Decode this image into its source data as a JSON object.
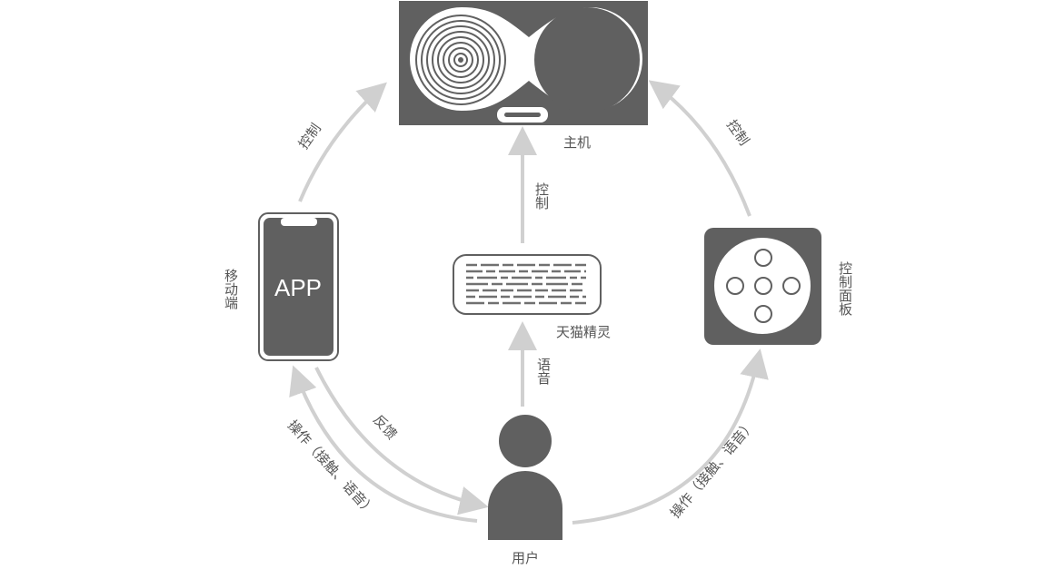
{
  "nodes": {
    "host": {
      "label": "主机"
    },
    "mobile": {
      "label": "移动端",
      "app_text": "APP"
    },
    "speaker": {
      "label": "天猫精灵"
    },
    "panel": {
      "label": "控制面板"
    },
    "user": {
      "label": "用户"
    }
  },
  "edges": {
    "mobile_to_host": "控制",
    "panel_to_host": "控制",
    "speaker_to_host": "控制",
    "user_to_speaker": "语音",
    "mobile_to_user": "反馈",
    "user_to_mobile": "操作（接触、语音）",
    "user_to_panel": "操作（接触、语音）"
  },
  "colors": {
    "device_fill": "#606060",
    "arrow": "#d0d0d0",
    "text": "#555555"
  }
}
